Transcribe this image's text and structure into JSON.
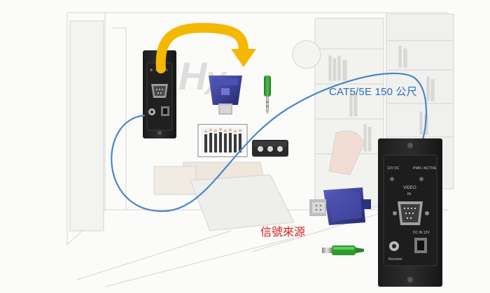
{
  "labels": {
    "cable": "CAT5/5E 150 公尺",
    "source": "信號來源"
  },
  "receiver_plate": {
    "left_top": "12V DC",
    "right_top": "PWR / ACTIVE",
    "video_title": "VIDEO",
    "video_sub": "IN",
    "power": "DC IN 12V",
    "bottom": "Receiver"
  },
  "colors": {
    "cable": "#4a86c8",
    "arrow": "#f5b800",
    "vga_plug": "#3a3f9a",
    "audio_plug": "#2f9a2f",
    "cable_label": "#2e6fb7",
    "source_label": "#d0241b"
  },
  "icons": {
    "transmitter": "wall-plate-transmitter-icon",
    "receiver": "wall-plate-receiver-icon",
    "vga": "vga-connector-icon",
    "audio": "audio-jack-icon",
    "arrow": "curved-arrow-icon"
  }
}
